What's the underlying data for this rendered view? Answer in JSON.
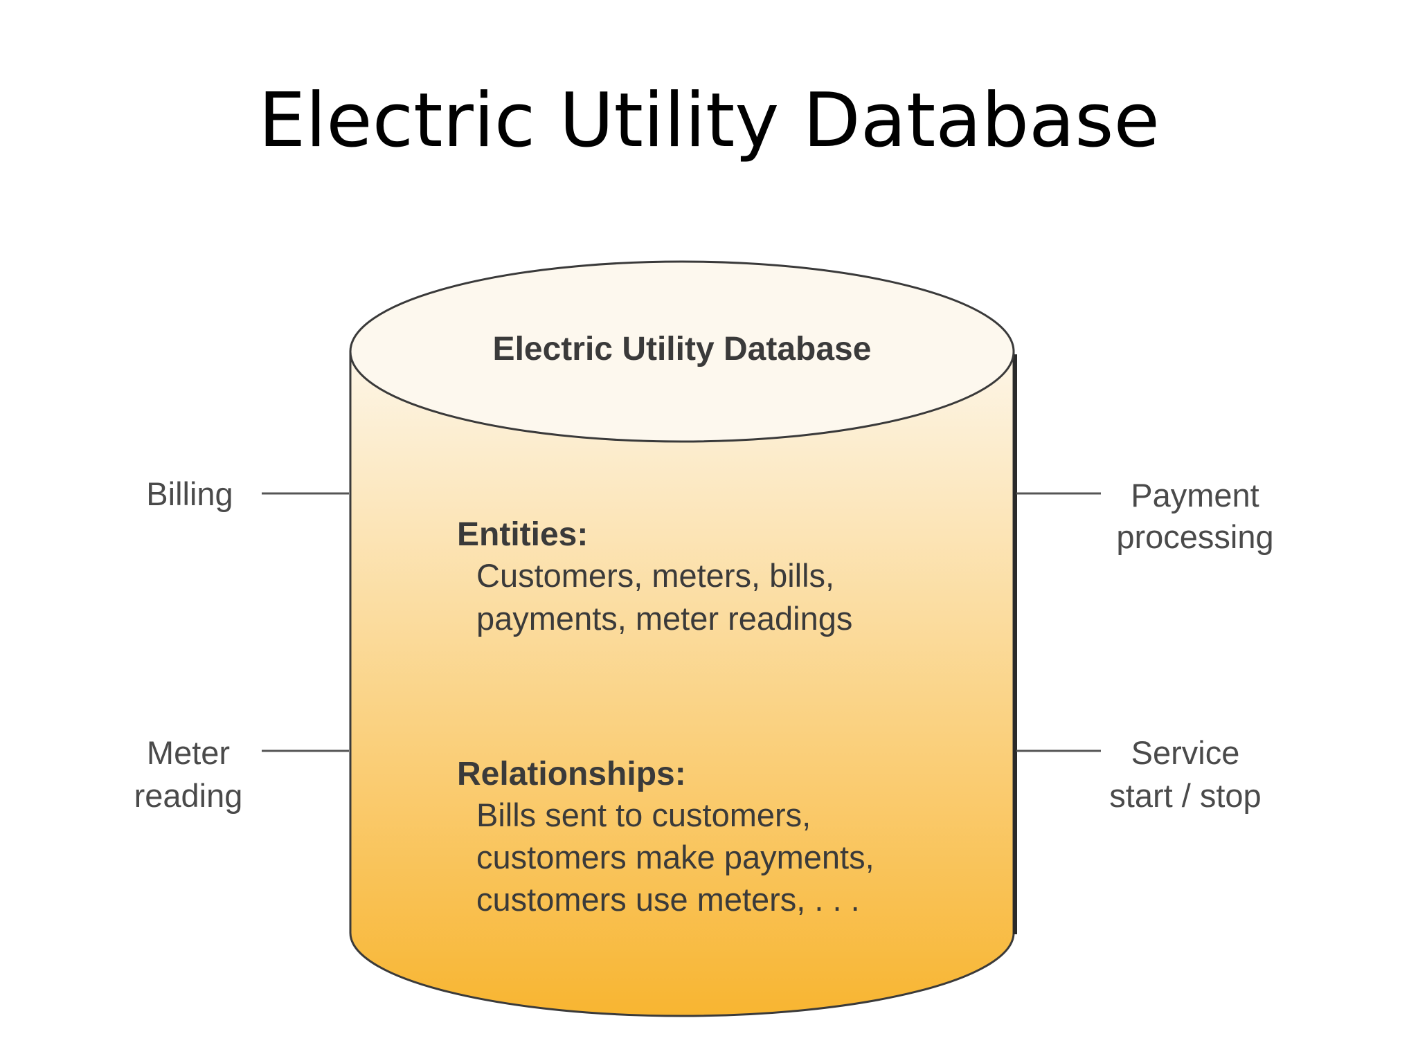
{
  "title": "Electric Utility Database",
  "database": {
    "label": "Electric Utility Database",
    "fill_top": "#fdf6e8",
    "fill_bottom": "#f8b531",
    "outline": "#3a3a3a"
  },
  "sections": [
    {
      "heading": "Entities:",
      "lines": [
        "Customers, meters, bills,",
        "payments, meter readings"
      ]
    },
    {
      "heading": "Relationships:",
      "lines": [
        "Bills sent to customers,",
        "customers make payments,",
        "customers use meters, . . ."
      ]
    }
  ],
  "applications": {
    "left": [
      {
        "lines": [
          "Billing"
        ]
      },
      {
        "lines": [
          "Meter",
          "reading"
        ]
      }
    ],
    "right": [
      {
        "lines": [
          "Payment",
          "processing"
        ]
      },
      {
        "lines": [
          "Service",
          "start / stop"
        ]
      }
    ]
  }
}
